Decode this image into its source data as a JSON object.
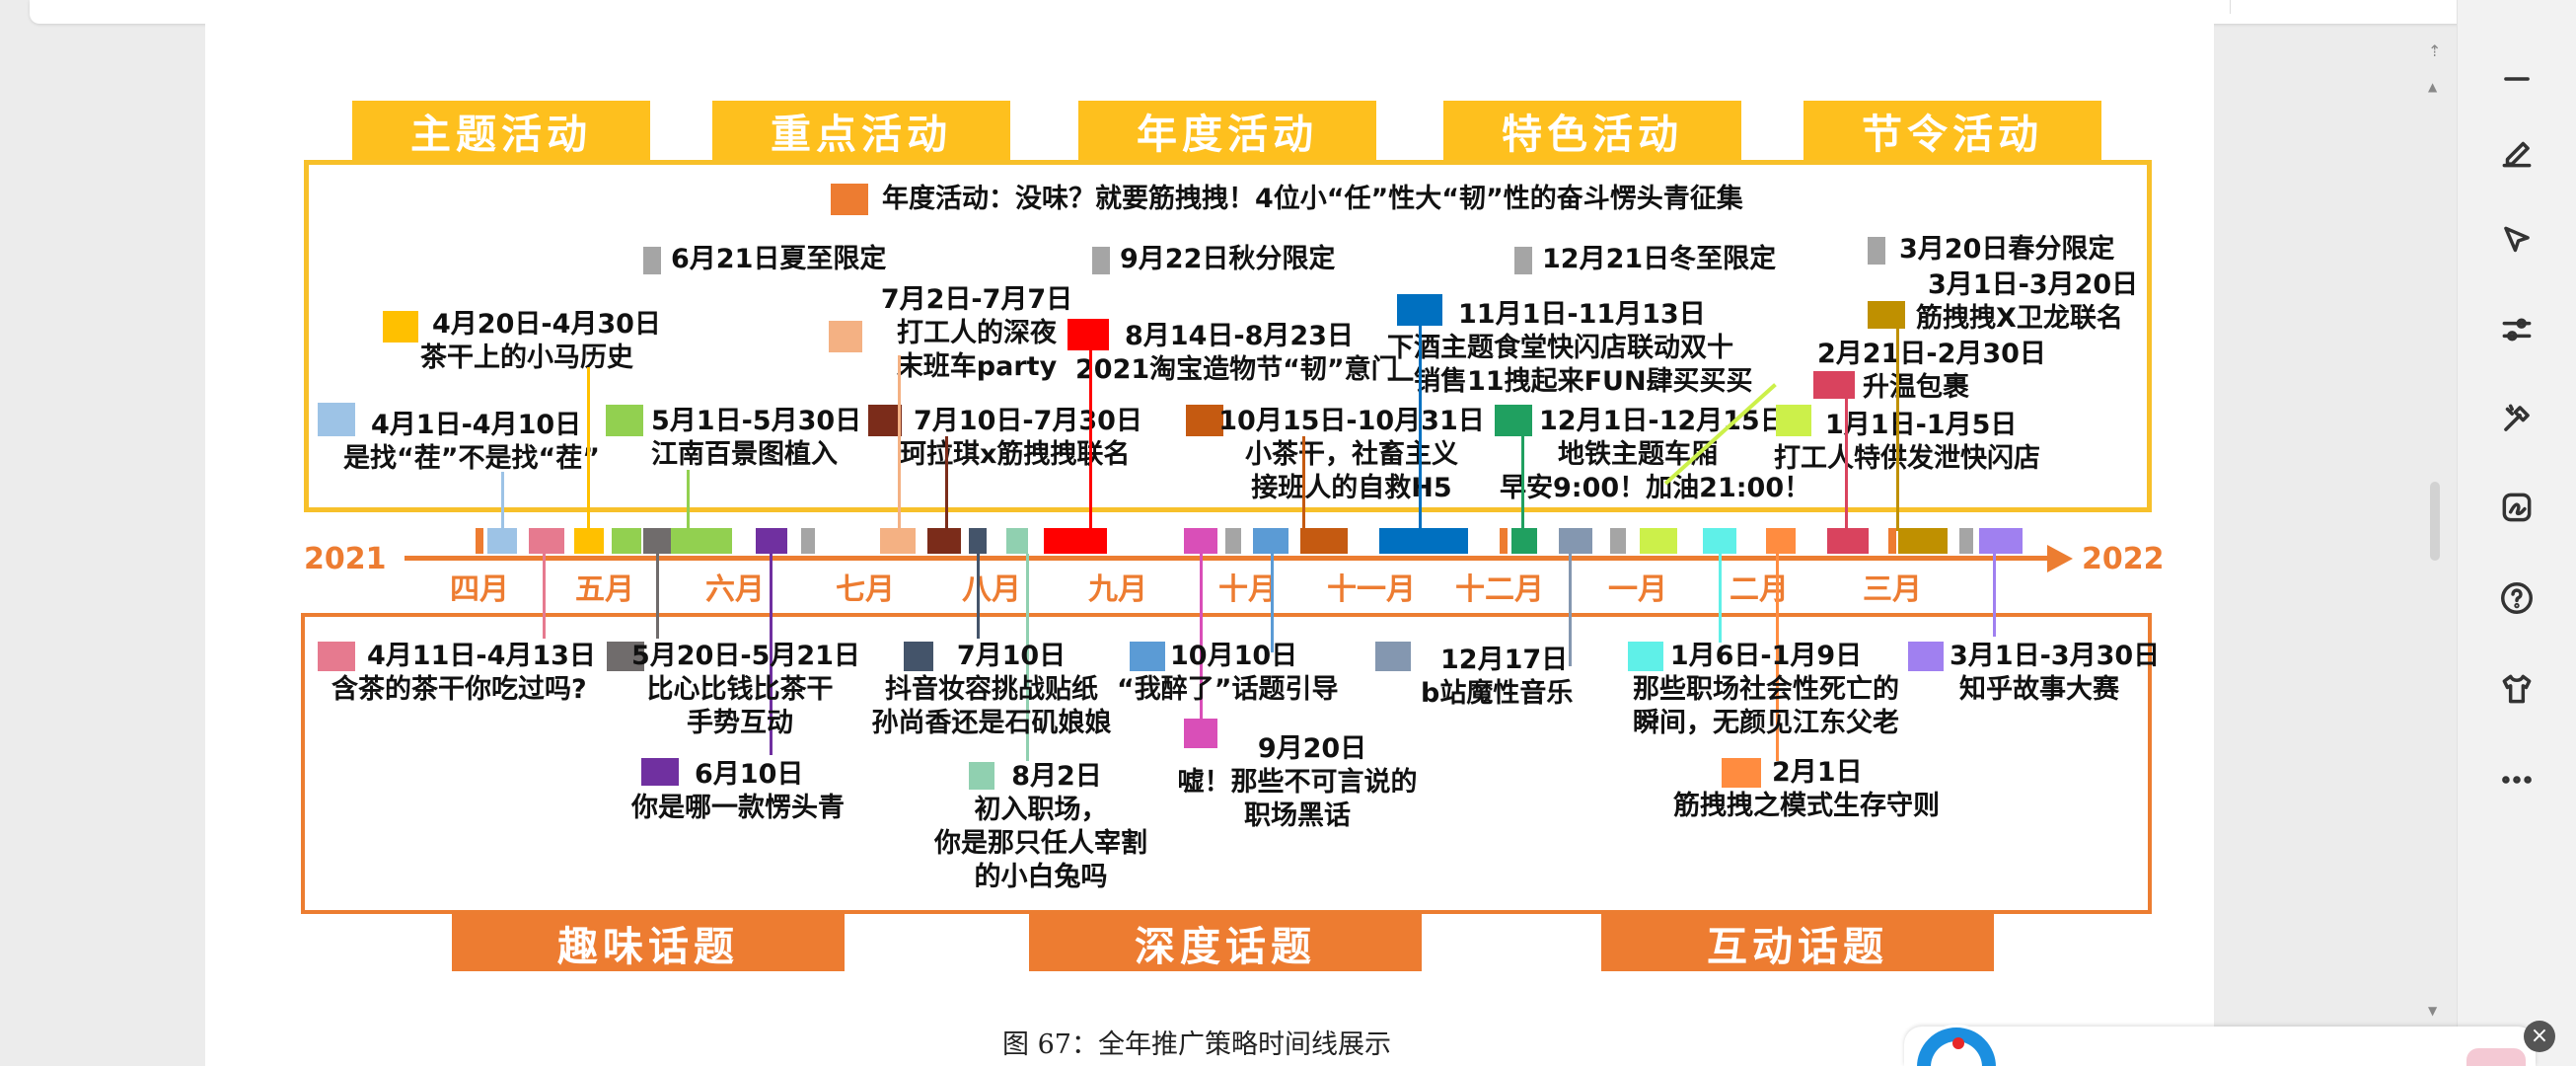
{
  "caption": "图 67：全年推广策略时间线展示",
  "top_tags": [
    "主题活动",
    "重点活动",
    "年度活动",
    "特色活动",
    "节令活动"
  ],
  "bottom_tags": [
    "趣味话题",
    "深度话题",
    "互动话题"
  ],
  "legend_annual": "年度活动：没味？就要筋拽拽！4位小“任”性大“韧”性的奋斗愣头青征集",
  "years": {
    "start": "2021",
    "end": "2022"
  },
  "months": [
    "四月",
    "五月",
    "六月",
    "七月",
    "八月",
    "九月",
    "十月",
    "十一月",
    "十二月",
    "一月",
    "二月",
    "三月"
  ],
  "top_events": [
    {
      "date": "6月21日夏至限定",
      "title": "",
      "color": "#a5a5a5"
    },
    {
      "date": "9月22日秋分限定",
      "title": "",
      "color": "#a5a5a5"
    },
    {
      "date": "12月21日冬至限定",
      "title": "",
      "color": "#a5a5a5"
    },
    {
      "date": "3月20日春分限定",
      "title": "",
      "color": "#a5a5a5"
    },
    {
      "date": "4月20日-4月30日",
      "title": "茶干上的小马历史",
      "color": "#ffc000"
    },
    {
      "date": "7月2日-7月7日",
      "title": "打工人的深夜",
      "title2": "末班车party",
      "color": "#f4b183"
    },
    {
      "date": "8月14日-8月23日",
      "title": "2021淘宝造物节“韧”意门",
      "color": "#ff0000"
    },
    {
      "date": "11月1日-11月13日",
      "title": "下酒主题食堂快闪店联动双十",
      "title2": "一销售11拽起来FUN肆买买买",
      "color": "#0070c0"
    },
    {
      "date": "3月1日-3月20日",
      "title": "筋拽拽X卫龙联名",
      "color": "#bf9000"
    },
    {
      "date": "2月21日-2月30日",
      "title": "升温包裹",
      "color": "#d9435e"
    },
    {
      "date": "4月1日-4月10日",
      "title": "是找“茬”不是找“茬”",
      "color": "#9dc3e6"
    },
    {
      "date": "5月1日-5月30日",
      "title": "江南百景图植入",
      "color": "#92d050"
    },
    {
      "date": "7月10日-7月30日",
      "title": "珂拉琪x筋拽拽联名",
      "color": "#7b2c1a"
    },
    {
      "date": "10月15日-10月31日",
      "title": "小茶干，社畜主义",
      "title2": "接班人的自救H5",
      "color": "#c55a11"
    },
    {
      "date": "12月1日-12月15日",
      "title": "地铁主题车厢",
      "title2": "早安9:00！加油21:00！",
      "color": "#20a060"
    },
    {
      "date": "1月1日-1月5日",
      "title": "打工人特供发泄快闪店",
      "color": "#ccf04a"
    }
  ],
  "bottom_events": [
    {
      "date": "4月11日-4月13日",
      "title": "含茶的茶干你吃过吗?",
      "color": "#e67a8f"
    },
    {
      "date": "5月20日-5月21日",
      "title": "比心比钱比茶干",
      "title2": "手势互动",
      "color": "#706c6c"
    },
    {
      "date": "6月10日",
      "title": "你是哪一款愣头青",
      "color": "#7030a0"
    },
    {
      "date": "7月10日",
      "title": "抖音妆容挑战贴纸",
      "title2": "孙尚香还是石矶娘娘",
      "color": "#44546a"
    },
    {
      "date": "8月2日",
      "title": "初入职场，",
      "title2": "你是那只任人宰割",
      "title3": "的小白兔吗",
      "color": "#90d0b0"
    },
    {
      "date": "10月10日",
      "title": "“我醉了”话题引导",
      "color": "#5b9bd5"
    },
    {
      "date": "9月20日",
      "title": "嘘！那些不可言说的",
      "title2": "职场黑话",
      "color": "#d94fb8"
    },
    {
      "date": "12月17日",
      "title": "b站魔性音乐",
      "color": "#8497b0"
    },
    {
      "date": "1月6日-1月9日",
      "title": "那些职场社会性死亡的",
      "title2": "瞬间，无颜见江东父老",
      "color": "#5ff0e8"
    },
    {
      "date": "2月1日",
      "title": "筋拽拽之模式生存守则",
      "color": "#ff8c40"
    },
    {
      "date": "3月1日-3月30日",
      "title": "知乎故事大赛",
      "color": "#a080f0"
    }
  ],
  "colors": {
    "yellow": "#fec01e",
    "orange": "#ed7c31",
    "annual": "#ed7c31"
  },
  "toolbar_icons": [
    "minus-icon",
    "pen-icon",
    "select-cursor-icon",
    "sliders-icon",
    "tools-icon",
    "sign-icon",
    "help-icon",
    "shirt-icon",
    "more-icon"
  ]
}
